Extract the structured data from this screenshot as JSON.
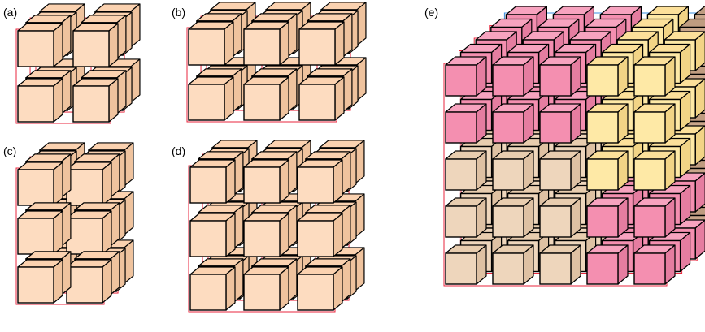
{
  "panels": [
    {
      "label": "(a)",
      "grid": [
        2,
        2,
        2
      ],
      "palette": "cream"
    },
    {
      "label": "(b)",
      "grid": [
        3,
        2,
        2
      ],
      "palette": "cream"
    },
    {
      "label": "(c)",
      "grid": [
        2,
        3,
        2
      ],
      "palette": "cream"
    },
    {
      "label": "(d)",
      "grid": [
        3,
        3,
        2
      ],
      "palette": "cream"
    },
    {
      "label": "(e)",
      "grid": [
        5,
        5,
        5
      ],
      "palette": "domains"
    }
  ],
  "colors": {
    "cream": {
      "front": "#FDDCC0",
      "top": "#FBD2B0",
      "side": "#EFC39E"
    },
    "pink": {
      "front": "#F48FB0",
      "top": "#F7A3BF",
      "side": "#E57DA0"
    },
    "yellow": {
      "front": "#FEE9A6",
      "top": "#FCE09A",
      "side": "#F2D486"
    },
    "tan": {
      "front": "#EED6BC",
      "top": "#E8CDAF",
      "side": "#DEC1A3"
    },
    "brown": {
      "front": "#C9A68B",
      "top": "#BF9C80",
      "side": "#B08C70"
    },
    "edge": "#000000",
    "bond_red": "#E8263C",
    "bond_blue": "#3A8FE0"
  }
}
